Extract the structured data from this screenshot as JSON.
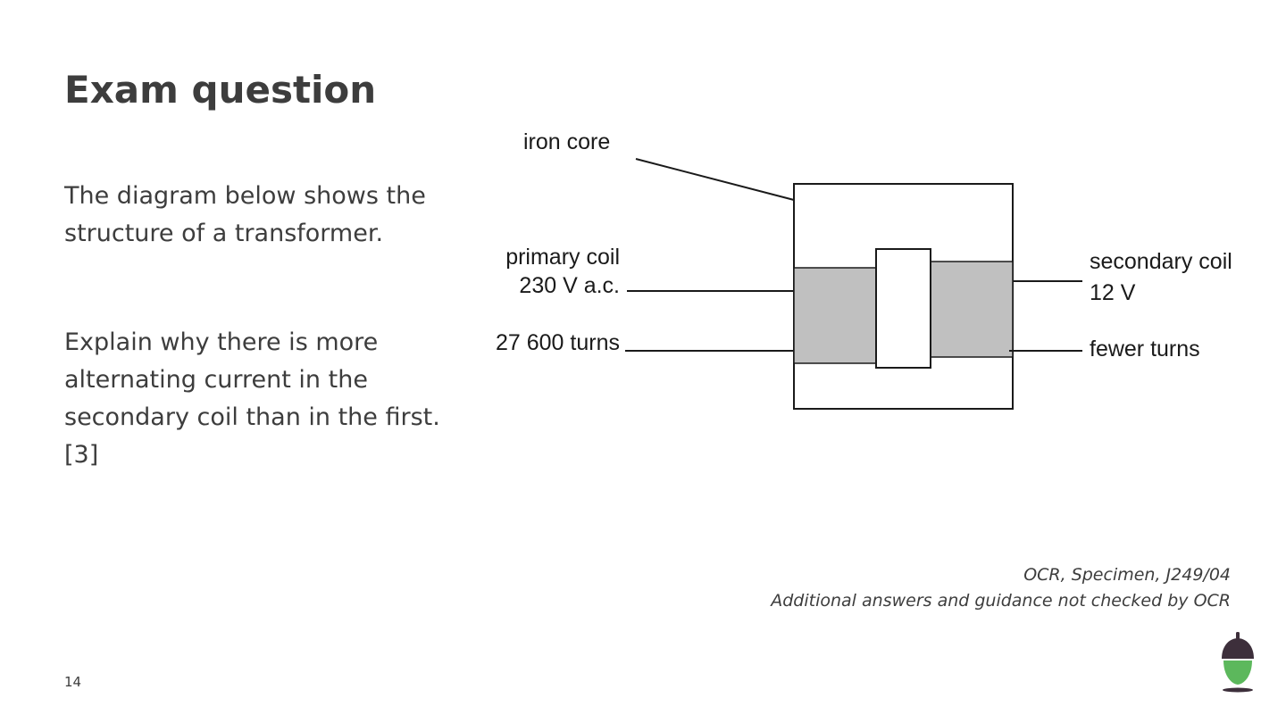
{
  "slide": {
    "title": "Exam question",
    "intro_lines": [
      "The diagram below shows the",
      "structure of a transformer."
    ],
    "question_lines": [
      "Explain why there is more",
      "alternating current in the",
      "secondary coil than in the first.",
      "[3]"
    ],
    "page_number": "14"
  },
  "diagram": {
    "labels": {
      "iron_core": "iron core",
      "primary_coil": "primary coil",
      "primary_voltage": "230 V a.c.",
      "primary_turns": "27 600 turns",
      "secondary_coil": "secondary coil",
      "secondary_voltage": "12 V",
      "secondary_turns": "fewer turns"
    },
    "colors": {
      "coil_fill": "#c0c0c0",
      "outline": "#1a1a1a"
    }
  },
  "source": {
    "line1": "OCR, Specimen, J249/04",
    "line2": "Additional answers and guidance not checked by OCR"
  },
  "logo": {
    "icon": "acorn-icon",
    "colors": {
      "cap": "#3d2f3b",
      "body": "#5cb85c"
    }
  }
}
